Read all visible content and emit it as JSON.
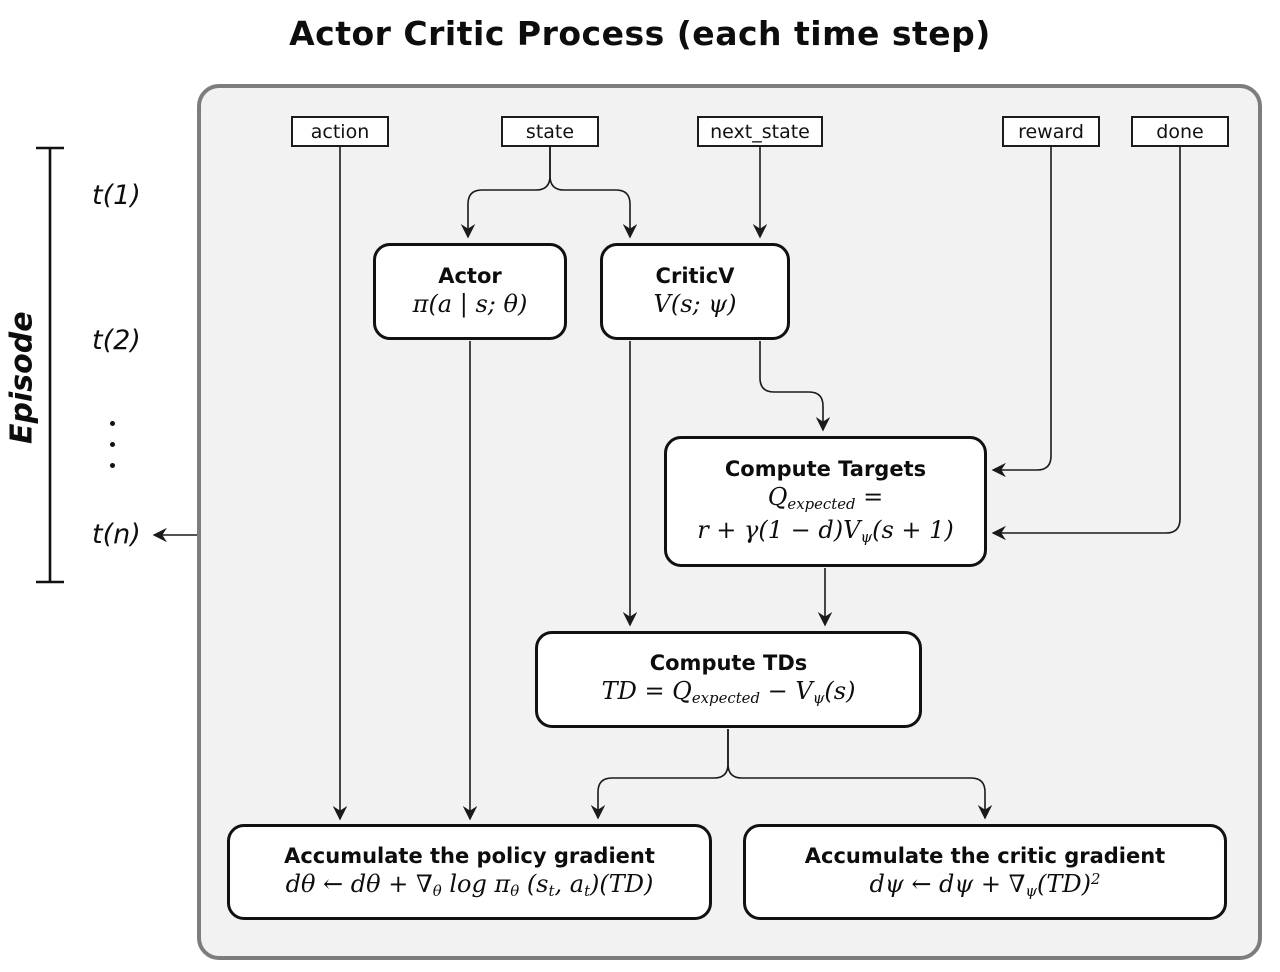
{
  "title": "Actor Critic Process (each time step)",
  "colors": {
    "container_fill": "#f2f2f2",
    "container_border": "#7d7d7d",
    "line": "#1a1a1a",
    "box_fill": "#ffffff",
    "box_border": "#111111"
  },
  "inputs": [
    {
      "id": "action",
      "label": "action"
    },
    {
      "id": "state",
      "label": "state"
    },
    {
      "id": "next_state",
      "label": "next_state"
    },
    {
      "id": "reward",
      "label": "reward"
    },
    {
      "id": "done",
      "label": "done"
    }
  ],
  "nodes": {
    "actor": {
      "title": "Actor",
      "formula": [
        {
          "t": "π(a | s; θ)"
        }
      ]
    },
    "criticv": {
      "title": "CriticV",
      "formula": [
        {
          "t": "V(s; ψ)"
        }
      ]
    },
    "targets": {
      "title": "Compute Targets",
      "formula_line1": [
        {
          "t": "Q"
        },
        {
          "t": "expected",
          "s": "sub"
        },
        {
          "t": " ="
        }
      ],
      "formula_line2": [
        {
          "t": "r + γ(1 − d)V"
        },
        {
          "t": "ψ",
          "s": "sub"
        },
        {
          "t": "(s + 1)"
        }
      ]
    },
    "tds": {
      "title": "Compute TDs",
      "formula": [
        {
          "t": "TD = Q"
        },
        {
          "t": "expected",
          "s": "sub"
        },
        {
          "t": " − V"
        },
        {
          "t": "ψ",
          "s": "sub"
        },
        {
          "t": "(s)"
        }
      ]
    },
    "policy": {
      "title": "Accumulate the policy gradient",
      "formula": [
        {
          "t": "dθ ← dθ + ∇"
        },
        {
          "t": "θ",
          "s": "sub"
        },
        {
          "t": " log π"
        },
        {
          "t": "θ",
          "s": "sub"
        },
        {
          "t": " (s"
        },
        {
          "t": "t",
          "s": "sub"
        },
        {
          "t": ", a"
        },
        {
          "t": "t",
          "s": "sub"
        },
        {
          "t": ")(TD)"
        }
      ]
    },
    "critic": {
      "title": "Accumulate the critic gradient",
      "formula": [
        {
          "t": "dψ ← dψ + ∇"
        },
        {
          "t": "ψ",
          "s": "sub"
        },
        {
          "t": "(TD)"
        },
        {
          "t": "2",
          "s": "sup"
        }
      ]
    }
  },
  "episode": {
    "label": "Episode",
    "ticks": [
      {
        "label": "t(1)"
      },
      {
        "label": "t(2)"
      },
      {
        "label": "t(n)"
      }
    ],
    "ellipsis_icon": "vertical-ellipsis"
  }
}
